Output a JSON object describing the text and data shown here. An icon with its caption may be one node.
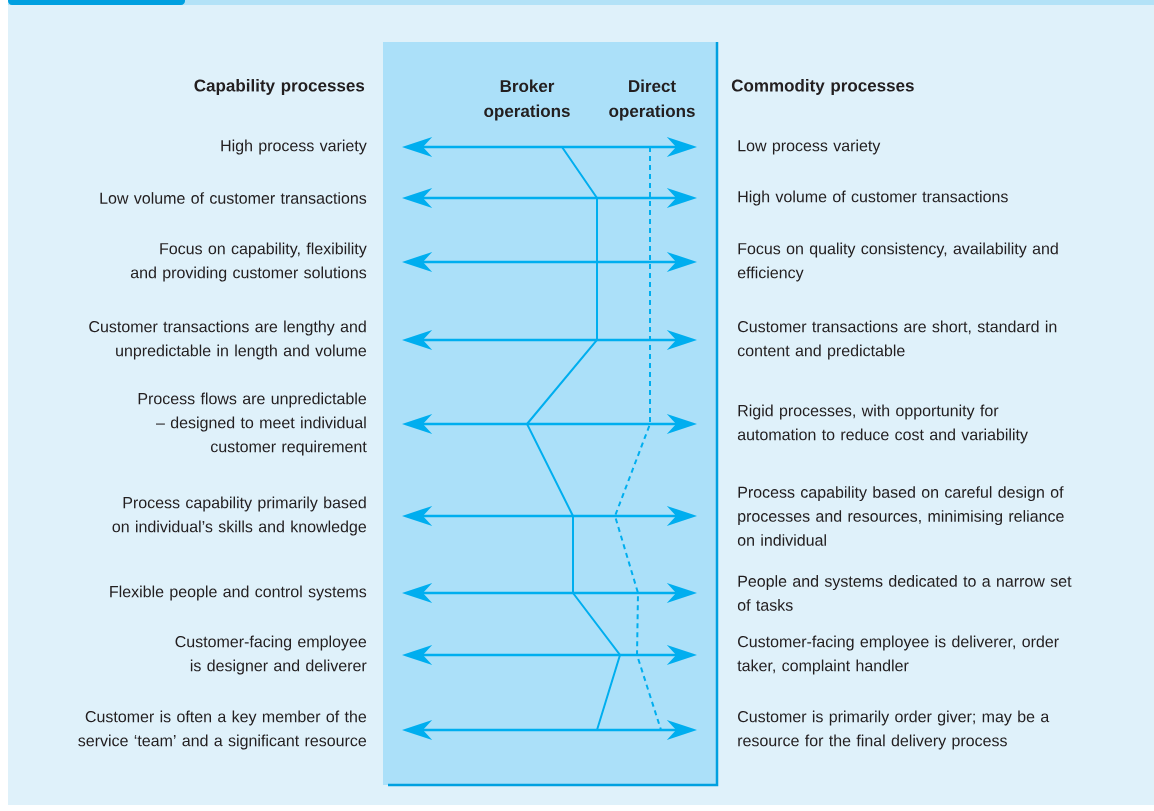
{
  "diagram": {
    "nodes": [
      {
        "text": [
          "High process variety"
        ]
      },
      {
        "text": [
          "Low process variety"
        ]
      },
      {
        "text": [
          "Low volume of customer transactions"
        ]
      },
      {
        "text": [
          "High volume of customer transactions"
        ]
      },
      {
        "text": [
          "Focus on capability, flexibility and providing customer solutions"
        ]
      },
      {
        "text": [
          "Focus on quality consistency, availability and efficiency"
        ]
      },
      {
        "text": [
          "Customer transactions are lengthy and unpredictable in length and volume"
        ]
      },
      {
        "text": [
          "Customer transactions are short, standard in content and predictable"
        ]
      },
      {
        "text": [
          "Process flows are unpredictable – designed to meet individual customer requirement"
        ]
      },
      {
        "text": [
          "Rigid processes, with opportunity for automation to reduce cost and variability"
        ]
      },
      {
        "text": [
          "Process capability primarily based on individual’s skills and knowledge"
        ]
      },
      {
        "text": [
          "Process capability based on careful design of processes and resources, minimising reliance on individual"
        ]
      },
      {
        "text": [
          "Flexible people and control systems"
        ]
      },
      {
        "text": [
          "People and systems dedicated to a narrow set of tasks"
        ]
      },
      {
        "text": [
          "Customer-facing employee is designer and deliverer"
        ]
      },
      {
        "text": [
          "Customer-facing employee is deliverer, order taker, complaint handler"
        ]
      },
      {
        "text": [
          "Customer is often a key member of the service ‘team’ and a significant resource"
        ]
      },
      {
        "text": [
          "Customer is primarily order giver; may be a resource for the final delivery process"
        ]
      }
    ],
    "edges": [
      {
        "from": 0,
        "to": 1,
        "arrow": "both"
      },
      {
        "from": 2,
        "to": 3,
        "arrow": "both"
      },
      {
        "from": 4,
        "to": 5,
        "arrow": "both"
      },
      {
        "from": 6,
        "to": 7,
        "arrow": "both"
      },
      {
        "from": 8,
        "to": 9,
        "arrow": "both"
      },
      {
        "from": 10,
        "to": 11,
        "arrow": "both"
      },
      {
        "from": 12,
        "to": 13,
        "arrow": "both"
      },
      {
        "from": 14,
        "to": 15,
        "arrow": "both"
      },
      {
        "from": 16,
        "to": 17,
        "arrow": "both"
      }
    ],
    "labels": [
      "Capability processes",
      "Broker operations",
      "Direct operations",
      "Commodity processes"
    ]
  }
}
